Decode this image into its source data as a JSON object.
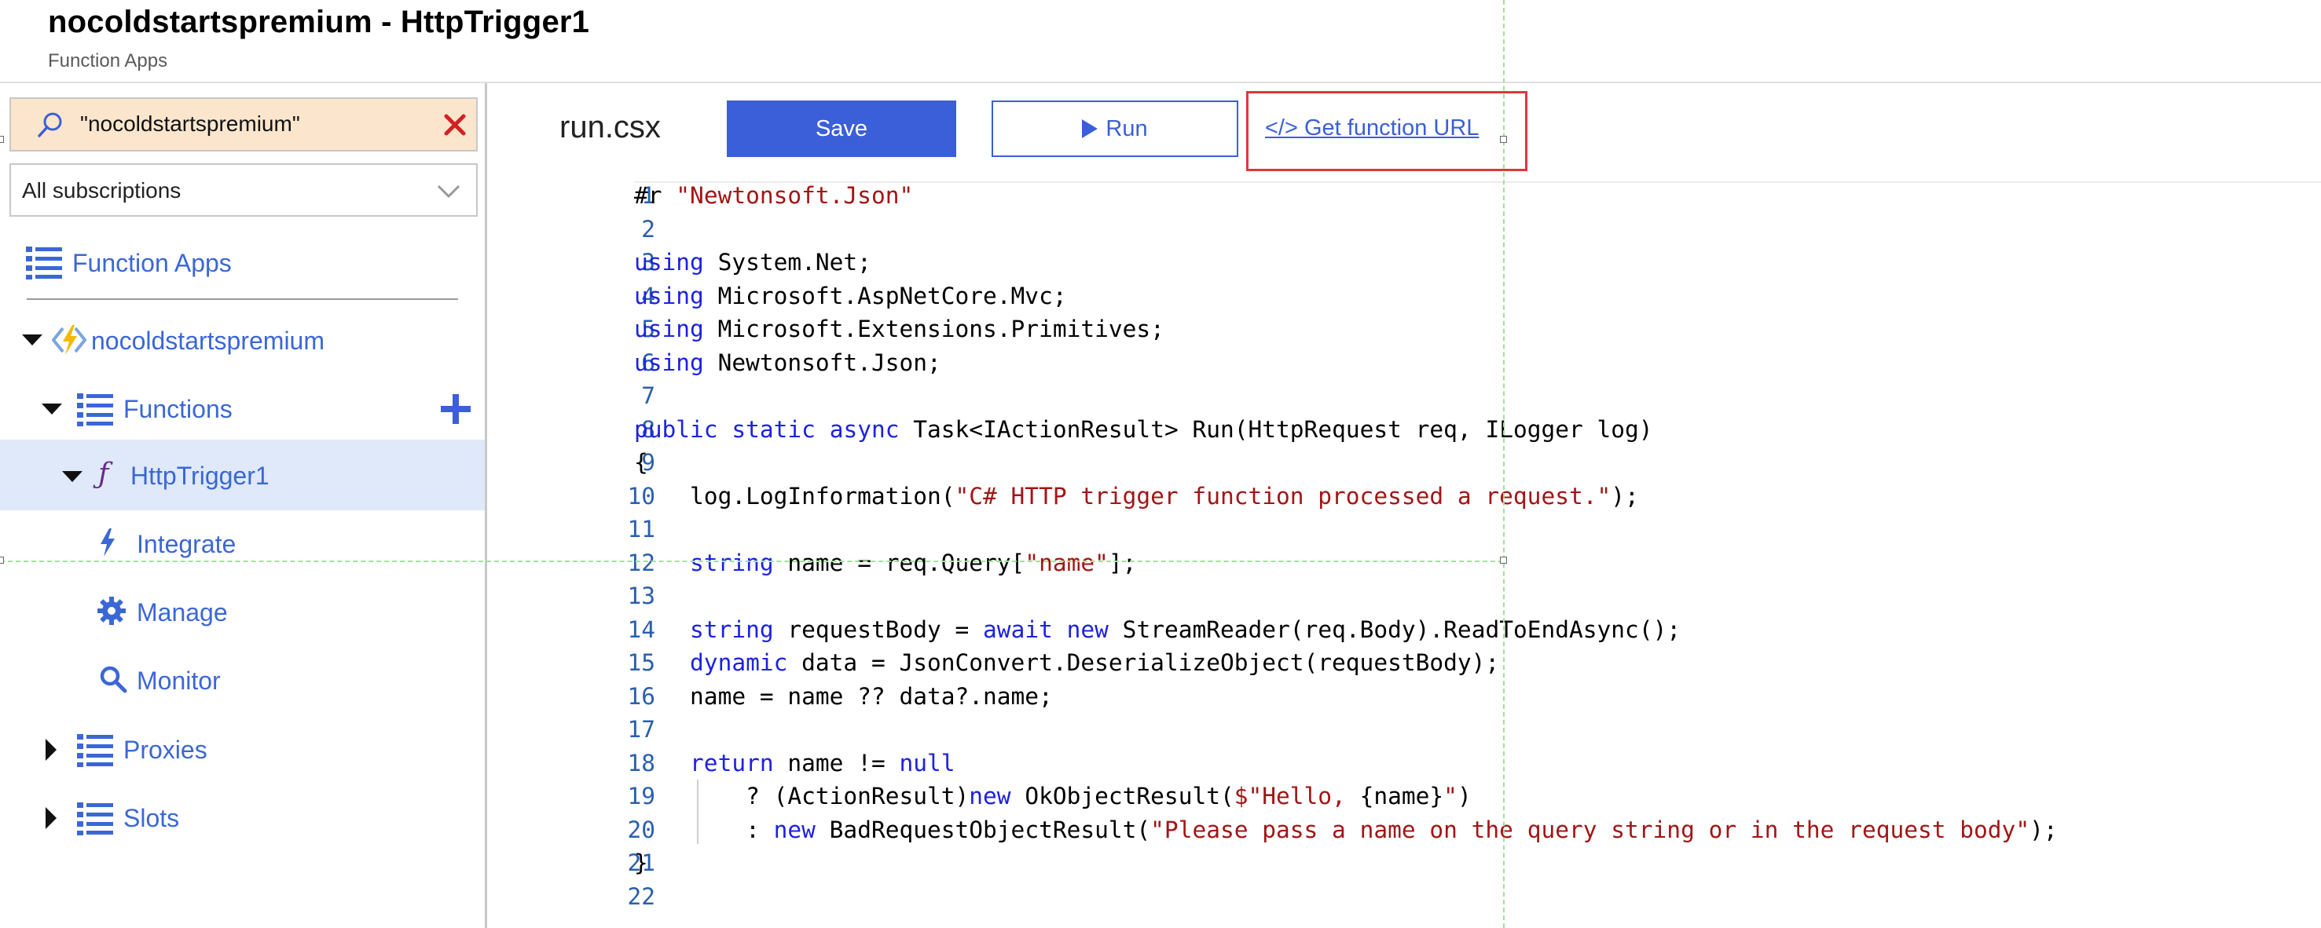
{
  "header": {
    "title": "nocoldstartspremium - HttpTrigger1",
    "subtitle": "Function Apps"
  },
  "sidebar": {
    "search": {
      "value": "\"nocoldstartspremium\""
    },
    "subscription_select": {
      "value": "All subscriptions"
    },
    "items": {
      "function_apps": "Function Apps",
      "app": "nocoldstartspremium",
      "functions": "Functions",
      "httptrigger": "HttpTrigger1",
      "integrate": "Integrate",
      "manage": "Manage",
      "monitor": "Monitor",
      "proxies": "Proxies",
      "slots": "Slots"
    },
    "selected_item": "HttpTrigger1"
  },
  "toolbar": {
    "filename": "run.csx",
    "save_label": "Save",
    "run_label": "Run",
    "url_label": "</> Get function URL"
  },
  "editor": {
    "lines": [
      [
        {
          "t": "#r ",
          "c": ""
        },
        {
          "t": "\"Newtonsoft.Json\"",
          "c": "str"
        }
      ],
      [],
      [
        {
          "t": "using",
          "c": "kw"
        },
        {
          "t": " System.Net;",
          "c": ""
        }
      ],
      [
        {
          "t": "using",
          "c": "kw"
        },
        {
          "t": " Microsoft.AspNetCore.Mvc;",
          "c": ""
        }
      ],
      [
        {
          "t": "using",
          "c": "kw"
        },
        {
          "t": " Microsoft.Extensions.Primitives;",
          "c": ""
        }
      ],
      [
        {
          "t": "using",
          "c": "kw"
        },
        {
          "t": " Newtonsoft.Json;",
          "c": ""
        }
      ],
      [],
      [
        {
          "t": "public",
          "c": "kw"
        },
        {
          "t": " ",
          "c": ""
        },
        {
          "t": "static",
          "c": "kw"
        },
        {
          "t": " ",
          "c": ""
        },
        {
          "t": "async",
          "c": "kw"
        },
        {
          "t": " Task<IActionResult> Run(HttpRequest req, ILogger log)",
          "c": ""
        }
      ],
      [
        {
          "t": "{",
          "c": ""
        }
      ],
      [
        {
          "t": "    log.LogInformation(",
          "c": ""
        },
        {
          "t": "\"C# HTTP trigger function processed a request.\"",
          "c": "str"
        },
        {
          "t": ");",
          "c": ""
        }
      ],
      [],
      [
        {
          "t": "    ",
          "c": ""
        },
        {
          "t": "string",
          "c": "kw"
        },
        {
          "t": " name = req.Query[",
          "c": ""
        },
        {
          "t": "\"name\"",
          "c": "str"
        },
        {
          "t": "];",
          "c": ""
        }
      ],
      [],
      [
        {
          "t": "    ",
          "c": ""
        },
        {
          "t": "string",
          "c": "kw"
        },
        {
          "t": " requestBody = ",
          "c": ""
        },
        {
          "t": "await",
          "c": "kw"
        },
        {
          "t": " ",
          "c": ""
        },
        {
          "t": "new",
          "c": "kw"
        },
        {
          "t": " StreamReader(req.Body).ReadToEndAsync();",
          "c": ""
        }
      ],
      [
        {
          "t": "    ",
          "c": ""
        },
        {
          "t": "dynamic",
          "c": "kw"
        },
        {
          "t": " data = JsonConvert.DeserializeObject(requestBody);",
          "c": ""
        }
      ],
      [
        {
          "t": "    name = name ?? data?.name;",
          "c": ""
        }
      ],
      [],
      [
        {
          "t": "    ",
          "c": ""
        },
        {
          "t": "return",
          "c": "kw"
        },
        {
          "t": " name != ",
          "c": ""
        },
        {
          "t": "null",
          "c": "kw"
        }
      ],
      [
        {
          "t": "        ? (ActionResult)",
          "c": ""
        },
        {
          "t": "new",
          "c": "kw"
        },
        {
          "t": " OkObjectResult(",
          "c": ""
        },
        {
          "t": "$\"Hello, ",
          "c": "str"
        },
        {
          "t": "{name}",
          "c": ""
        },
        {
          "t": "\"",
          "c": "str"
        },
        {
          "t": ")",
          "c": ""
        }
      ],
      [
        {
          "t": "        : ",
          "c": ""
        },
        {
          "t": "new",
          "c": "kw"
        },
        {
          "t": " BadRequestObjectResult(",
          "c": ""
        },
        {
          "t": "\"Please pass a name on the query string or in the request body\"",
          "c": "str"
        },
        {
          "t": ");",
          "c": ""
        }
      ],
      [
        {
          "t": "}",
          "c": ""
        }
      ],
      []
    ]
  },
  "colors": {
    "accent": "#3b5fd9",
    "nav_text": "#3b67d6",
    "search_bg": "#fbe6cd",
    "selected_bg": "#dfe9f9",
    "keyword": "#1d22e0",
    "string": "#a31515",
    "line_number": "#2b5fad",
    "highlight_border": "#e0363c",
    "guide": "#9fe39a"
  }
}
